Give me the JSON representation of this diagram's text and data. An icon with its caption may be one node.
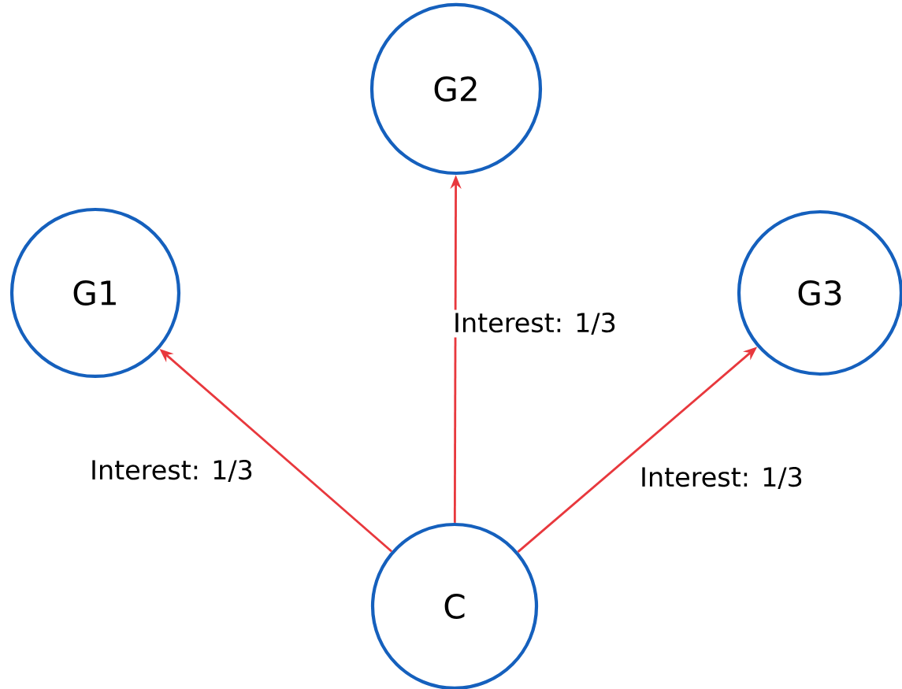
{
  "diagram": {
    "nodes": [
      {
        "text": [
          "G2"
        ]
      },
      {
        "text": [
          "G1"
        ]
      },
      {
        "text": [
          "G3"
        ]
      },
      {
        "text": [
          "C"
        ]
      }
    ],
    "edges": [
      {
        "from": 3,
        "to": 1,
        "arrow": "to",
        "label": "Interest: 1/3"
      },
      {
        "from": 3,
        "to": 0,
        "arrow": "to",
        "label": "Interest: 1/3"
      },
      {
        "from": 3,
        "to": 2,
        "arrow": "to",
        "label": "Interest: 1/3"
      }
    ]
  }
}
